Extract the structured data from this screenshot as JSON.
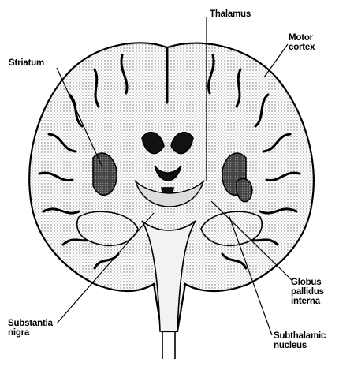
{
  "labels": {
    "thalamus": "Thalamus",
    "motor_cortex": [
      "Motor",
      "cortex"
    ],
    "striatum": "Striatum",
    "globus_pallidus": [
      "Globus",
      "pallidus",
      "interna"
    ],
    "substantia_nigra": [
      "Substantia",
      "nigra"
    ],
    "subthalamic": [
      "Subthalamic",
      "nucleus"
    ]
  },
  "colors": {
    "ink": "#000000",
    "background": "#ffffff",
    "shade": "#3a3a3a"
  }
}
